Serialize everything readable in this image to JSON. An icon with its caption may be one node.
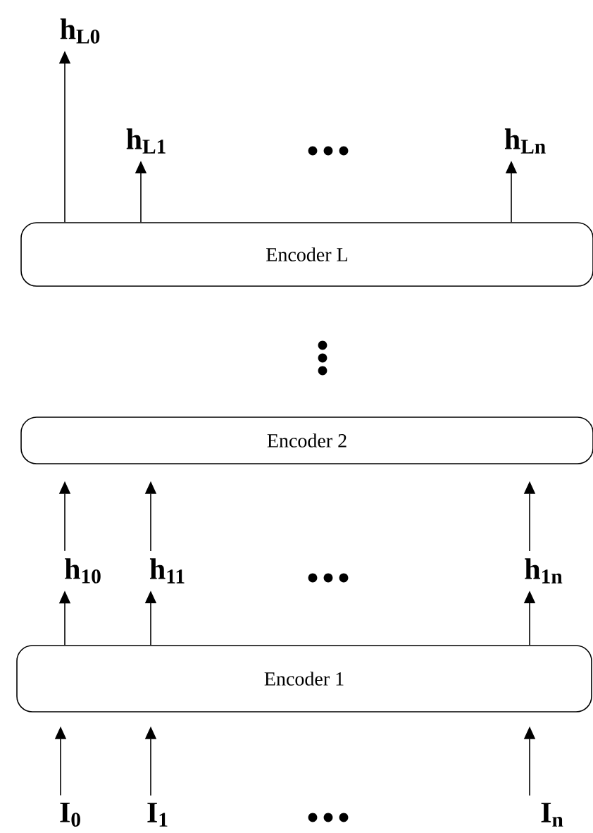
{
  "diagram": {
    "nodes": [
      {
        "text": [
          "Encoder L"
        ]
      },
      {
        "text": [
          "Encoder 2"
        ]
      },
      {
        "text": [
          "Encoder 1"
        ]
      },
      {
        "text": [
          "h$_{L0}$"
        ]
      },
      {
        "text": [
          "h$_{L1}$"
        ]
      },
      {
        "text": [
          "h$_{Ln}$"
        ]
      },
      {
        "text": [
          "h$_{10}$"
        ]
      },
      {
        "text": [
          "h$_{11}$"
        ]
      },
      {
        "text": [
          "h$_{1n}$"
        ]
      },
      {
        "text": [
          "I$_{0}$"
        ]
      },
      {
        "text": [
          "I$_{1}$"
        ]
      },
      {
        "text": [
          "I$_{n}$"
        ]
      }
    ],
    "edges": [
      {
        "from": 0,
        "to": 3,
        "arrow": "to"
      },
      {
        "from": 0,
        "to": 4,
        "arrow": "to"
      },
      {
        "from": 0,
        "to": 5,
        "arrow": "to"
      },
      {
        "from": 6,
        "to": 1,
        "arrow": "to"
      },
      {
        "from": 7,
        "to": 1,
        "arrow": "to"
      },
      {
        "from": 8,
        "to": 1,
        "arrow": "to"
      },
      {
        "from": 2,
        "to": 6,
        "arrow": "to"
      },
      {
        "from": 2,
        "to": 7,
        "arrow": "to"
      },
      {
        "from": 2,
        "to": 8,
        "arrow": "to"
      },
      {
        "from": 9,
        "to": 2,
        "arrow": "to"
      },
      {
        "from": 10,
        "to": 2,
        "arrow": "to"
      },
      {
        "from": 11,
        "to": 2,
        "arrow": "to"
      }
    ]
  }
}
